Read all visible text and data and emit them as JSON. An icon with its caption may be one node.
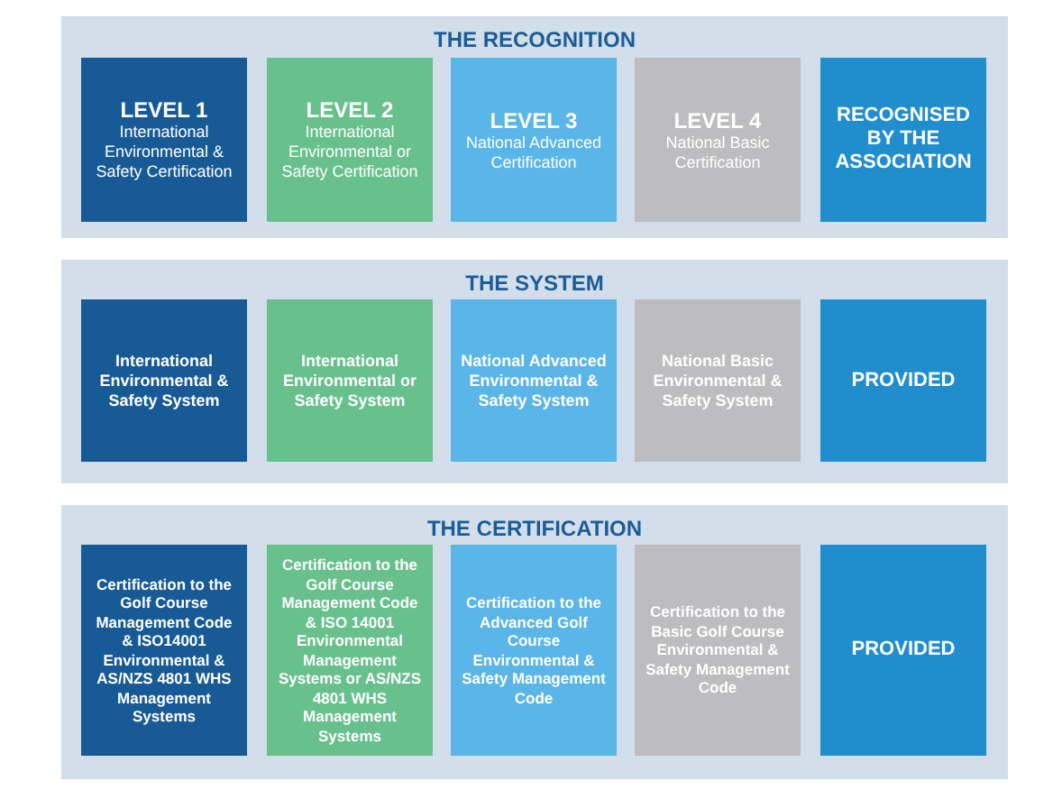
{
  "diagram": {
    "nodes": [
      {
        "text": [
          "THE RECOGNITION"
        ]
      },
      {
        "text": [
          "LEVEL 1",
          "International Environmental & Safety Certification"
        ],
        "in": 0
      },
      {
        "text": [
          "LEVEL 2",
          "International Environmental or Safety Certification"
        ],
        "in": 0
      },
      {
        "text": [
          "LEVEL 3",
          "National Advanced Certification"
        ],
        "in": 0
      },
      {
        "text": [
          "LEVEL 4",
          "National Basic Certification"
        ],
        "in": 0
      },
      {
        "text": [
          "RECOGNISED BY THE ASSOCIATION"
        ],
        "in": 0
      },
      {
        "text": [
          "THE SYSTEM"
        ]
      },
      {
        "text": [
          "International Environmental & Safety System"
        ],
        "in": 6
      },
      {
        "text": [
          "International Environmental or Safety System"
        ],
        "in": 6
      },
      {
        "text": [
          "National Advanced Environmental & Safety System"
        ],
        "in": 6
      },
      {
        "text": [
          "National Basic Environmental & Safety System"
        ],
        "in": 6
      },
      {
        "text": [
          "PROVIDED"
        ],
        "in": 6
      },
      {
        "text": [
          "THE CERTIFICATION"
        ]
      },
      {
        "text": [
          "Certification to the Golf Course Management Code & ISO14001 Environmental & AS/NZS 4801 WHS Management Systems"
        ],
        "in": 12
      },
      {
        "text": [
          "Certification to the Golf Course Management Code & ISO 14001 Environmental Management Systems or AS/NZS 4801 WHS Management Systems"
        ],
        "in": 12
      },
      {
        "text": [
          "Certification to the Advanced Golf Course Environmental & Safety Management Code"
        ],
        "in": 12
      },
      {
        "text": [
          "Certification to the Basic Golf Course Environmental & Safety Management Code"
        ],
        "in": 12
      },
      {
        "text": [
          "PROVIDED"
        ],
        "in": 12
      }
    ]
  }
}
